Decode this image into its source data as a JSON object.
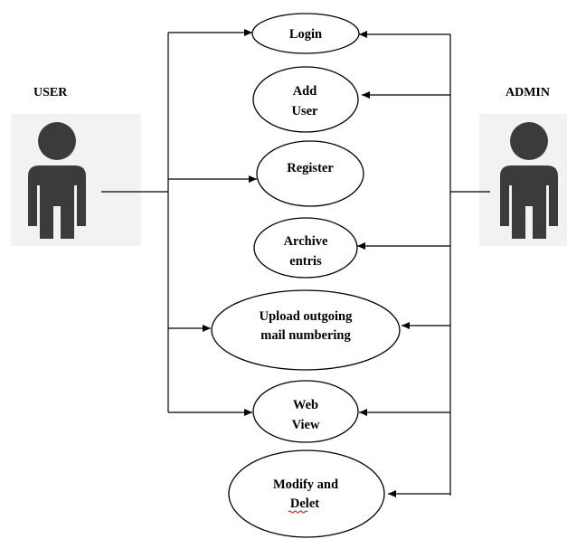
{
  "actors": {
    "user": {
      "label": "USER"
    },
    "admin": {
      "label": "ADMIN"
    }
  },
  "use_cases": [
    {
      "id": "login",
      "lines": [
        "Login"
      ]
    },
    {
      "id": "add-user",
      "lines": [
        "Add",
        "User"
      ]
    },
    {
      "id": "register",
      "lines": [
        "Register"
      ]
    },
    {
      "id": "archive-entries",
      "lines": [
        "Archive",
        "entris"
      ]
    },
    {
      "id": "upload-outgoing-mail-numbering",
      "lines": [
        "Upload outgoing",
        "mail numbering"
      ]
    },
    {
      "id": "web-view",
      "lines": [
        "Web",
        "View"
      ]
    },
    {
      "id": "modify-and-delete",
      "lines": [
        "Modify and",
        "Delet"
      ]
    }
  ],
  "colors": {
    "actor_fill": "#3b3b3b",
    "actor_bg": "#f2f2f2",
    "line": "#000000",
    "spellcheck": "#d00000"
  }
}
